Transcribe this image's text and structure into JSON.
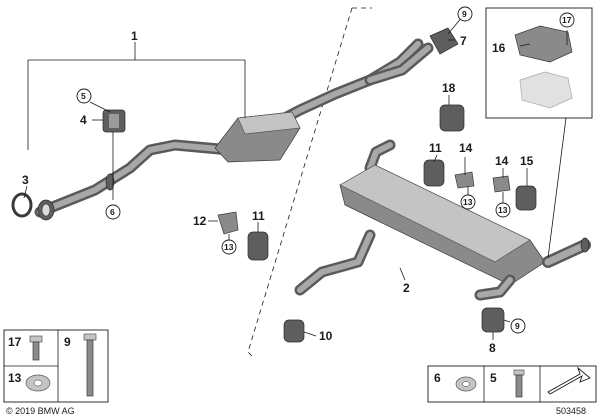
{
  "callouts": {
    "c1": "1",
    "c2": "2",
    "c3": "3",
    "c4": "4",
    "c5": "5",
    "c6": "6",
    "c7": "7",
    "c8": "8",
    "c9": "9",
    "c9b": "9",
    "c10": "10",
    "c11": "11",
    "c11b": "11",
    "c12": "12",
    "c13a": "13",
    "c13b": "13",
    "c13c": "13",
    "c14a": "14",
    "c14b": "14",
    "c15": "15",
    "c16": "16",
    "c17": "17",
    "c18": "18"
  },
  "legend_left": {
    "cell1": "17",
    "cell2": "9",
    "cell3": "13"
  },
  "legend_right": {
    "cell1": "6",
    "cell2": "5"
  },
  "footer": {
    "copyright": "© 2019 BMW AG",
    "diagram_number": "503458"
  }
}
